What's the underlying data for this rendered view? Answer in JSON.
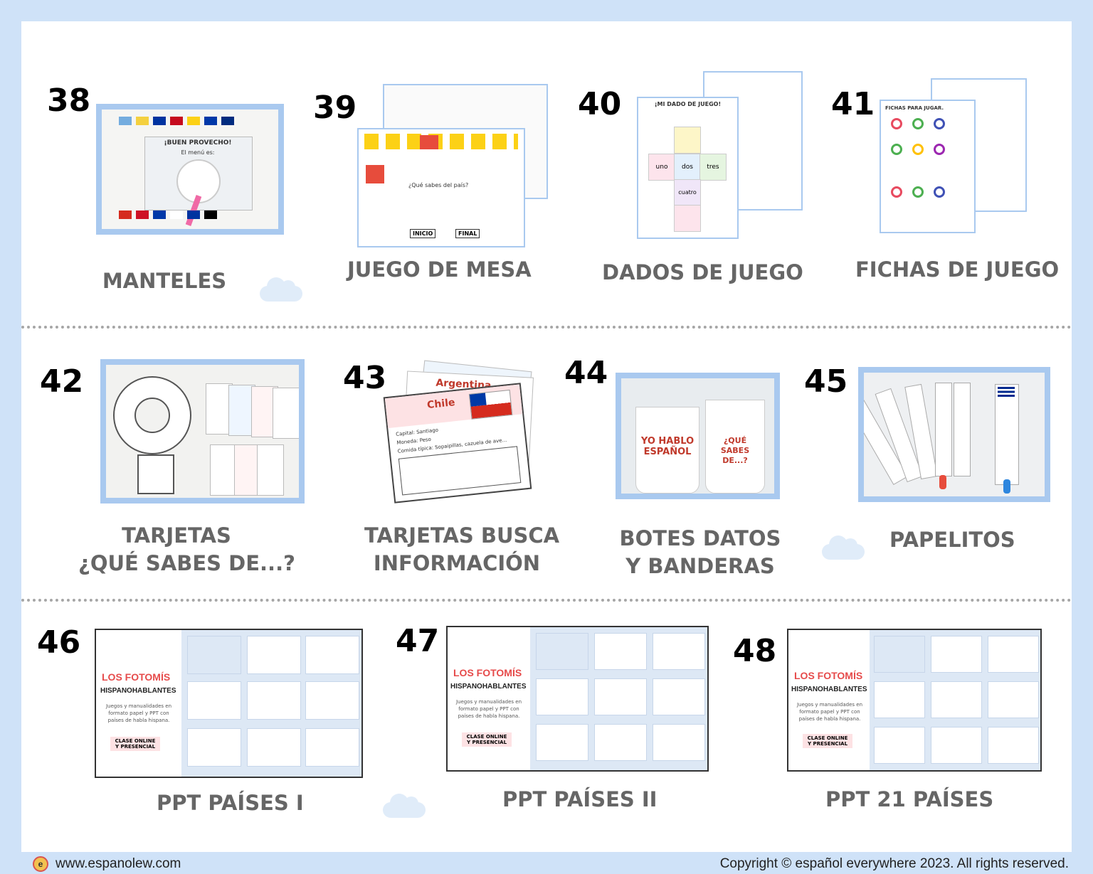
{
  "items": [
    {
      "number": "38",
      "label": [
        "MANTELES"
      ]
    },
    {
      "number": "39",
      "label": [
        "JUEGO DE MESA"
      ]
    },
    {
      "number": "40",
      "label": [
        "DADOS DE JUEGO"
      ]
    },
    {
      "number": "41",
      "label": [
        "FICHAS DE JUEGO"
      ]
    },
    {
      "number": "42",
      "label": [
        "TARJETAS",
        "¿QUÉ SABES DE...?"
      ]
    },
    {
      "number": "43",
      "label": [
        "TARJETAS BUSCA",
        "INFORMACIÓN"
      ]
    },
    {
      "number": "44",
      "label": [
        "BOTES DATOS",
        "Y BANDERAS"
      ]
    },
    {
      "number": "45",
      "label": [
        "PAPELITOS"
      ]
    },
    {
      "number": "46",
      "label": [
        "PPT PAÍSES I"
      ]
    },
    {
      "number": "47",
      "label": [
        "PPT PAÍSES II"
      ]
    },
    {
      "number": "48",
      "label": [
        "PPT 21 PAÍSES"
      ]
    }
  ],
  "thumb_text": {
    "manteles_title": "¡BUEN PROVECHO!",
    "manteles_sub": "El menú es:",
    "mesa_question": "¿Qué sabes del país?",
    "mesa_start": "INICIO",
    "mesa_end": "FINAL",
    "dado_title": "¡MI DADO DE JUEGO!",
    "dado_uno": "uno",
    "dado_dos": "dos",
    "dado_tres": "tres",
    "dado_cuatro": "cuatro",
    "fichas_title": "FICHAS PARA JUGAR.",
    "tarjeta_country_back": "Argentina",
    "tarjeta_country": "Chile",
    "tarjeta_line1": "Capital: Santiago",
    "tarjeta_line2": "Moneda: Peso",
    "tarjeta_line3": "Comida típica: Sopaipillas, cazuela de ave...",
    "bote_left": "YO HABLO ESPAÑOL",
    "bote_right": "¿QUÉ SABES DE...?",
    "ppt_brand": "LOS FOTOMÍS",
    "ppt_sub": "HISPANOHABLANTES",
    "ppt_desc": "Juegos y manualidades en formato papel y PPT con países de habla hispana.",
    "ppt_badge1": "CLASE ONLINE",
    "ppt_badge2": "Y PRESENCIAL"
  },
  "footer": {
    "website": "www.espanolew.com",
    "copyright": "Copyright © español everywhere 2023. All rights reserved."
  },
  "colors": {
    "background": "#cfe2f8",
    "label": "#666666",
    "frame": "#a9c9ef"
  }
}
